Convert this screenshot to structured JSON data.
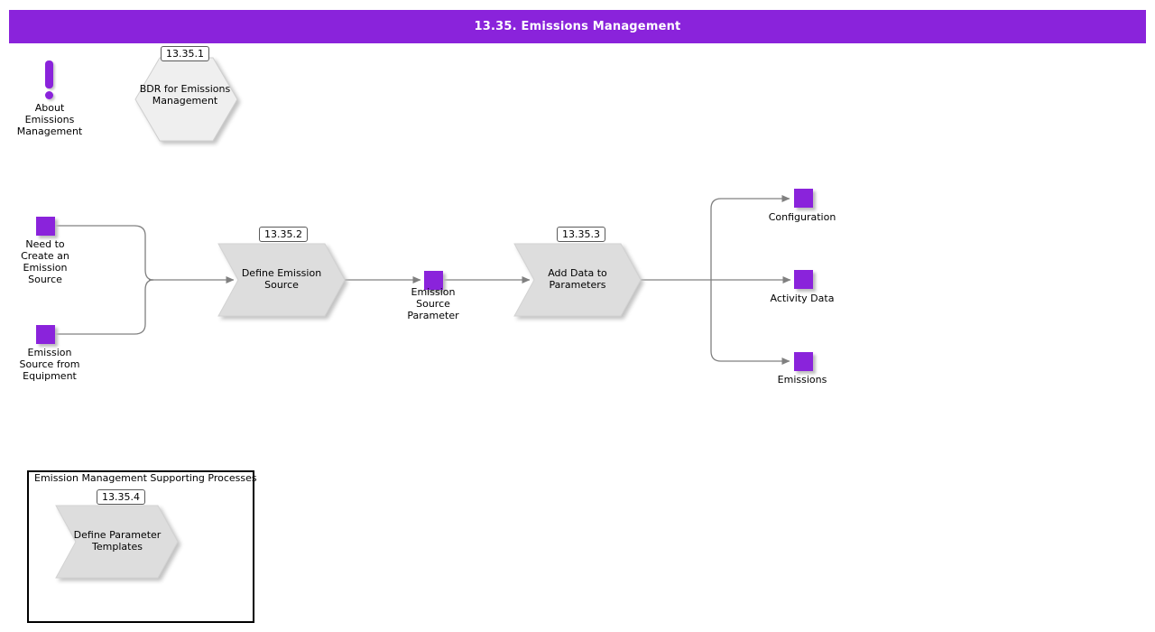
{
  "colors": {
    "accent_purple": "#8a23db",
    "chevron_gray": "#dddddd",
    "hexagon_gray": "#efefef",
    "connector_gray": "#808080",
    "header_text": "#ffffff",
    "body_text": "#000000"
  },
  "header": {
    "title": "13.35. Emissions Management"
  },
  "about": {
    "label": "About\nEmissions\nManagement"
  },
  "nodes": {
    "bdr": {
      "ref": "13.35.1",
      "label": "BDR for Emissions\nManagement"
    },
    "need": {
      "label": "Need to\nCreate an\nEmission\nSource"
    },
    "equip": {
      "label": "Emission\nSource from\nEquipment"
    },
    "define_source": {
      "ref": "13.35.2",
      "label": "Define Emission\nSource"
    },
    "esp": {
      "label": "Emission\nSource\nParameter"
    },
    "add_data": {
      "ref": "13.35.3",
      "label": "Add Data to\nParameters"
    },
    "config": {
      "label": "Configuration"
    },
    "activity": {
      "label": "Activity Data"
    },
    "emissions": {
      "label": "Emissions"
    }
  },
  "supporting": {
    "title": "Emission Management Supporting Processes",
    "define_templates": {
      "ref": "13.35.4",
      "label": "Define Parameter\nTemplates"
    }
  }
}
